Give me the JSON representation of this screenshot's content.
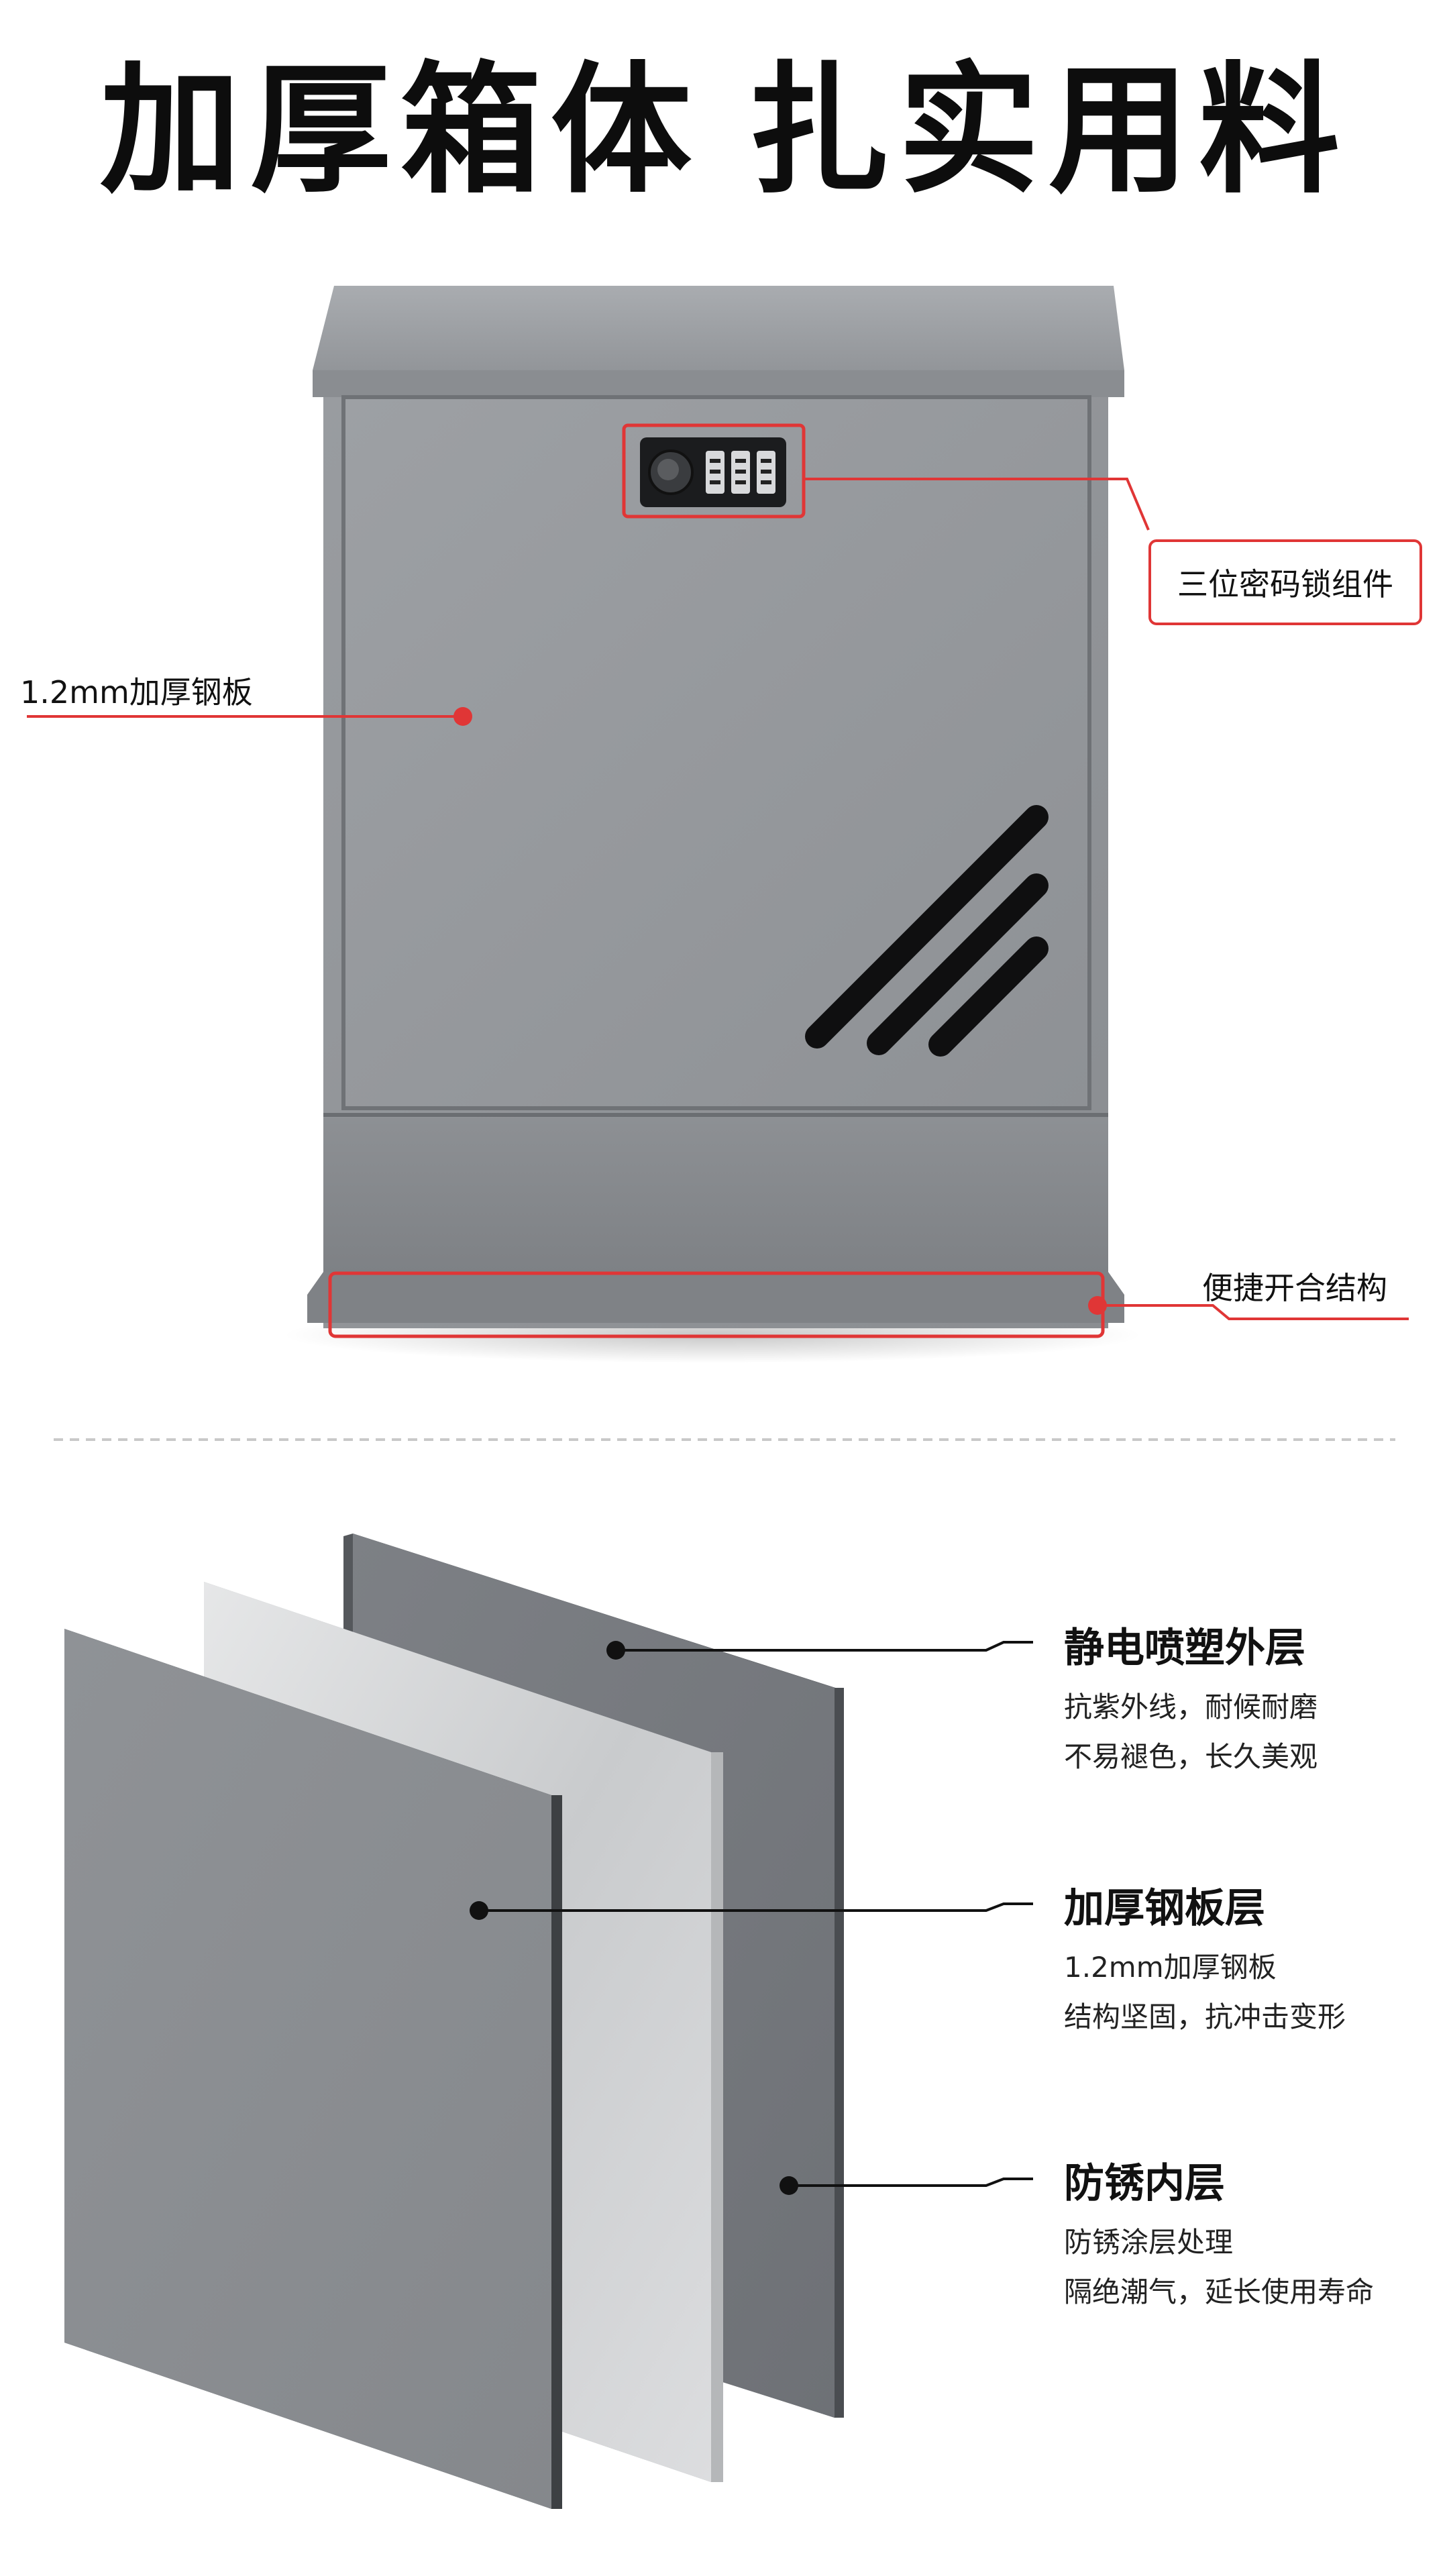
{
  "title": {
    "part1": "加厚箱体",
    "part2": "扎实用料"
  },
  "callouts": {
    "lock": "三位密码锁组件",
    "steel": "1.2mm加厚钢板",
    "hinge": "便捷开合结构"
  },
  "layers": [
    {
      "title": "静电喷塑外层",
      "lines": [
        "抗紫外线，耐候耐磨",
        "不易褪色，长久美观"
      ]
    },
    {
      "title": "加厚钢板层",
      "lines": [
        "1.2mm加厚钢板",
        "结构坚固，抗冲击变形"
      ]
    },
    {
      "title": "防锈内层",
      "lines": [
        "防锈涂层处理",
        "隔绝潮气，延长使用寿命"
      ]
    }
  ],
  "colors": {
    "accent_red": "#e03636",
    "box_gray": "#8f9296",
    "dark_text": "#111111"
  }
}
